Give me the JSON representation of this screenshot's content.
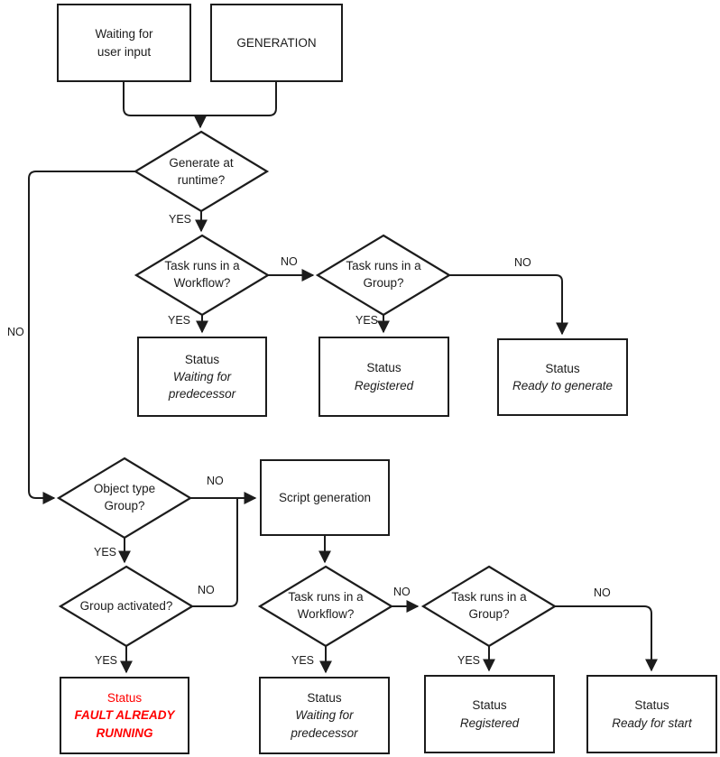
{
  "diagram": {
    "type": "flowchart",
    "colors": {
      "line": "#1c1c1c",
      "text": "#1c1c1c",
      "fault_text": "#ff0000",
      "node_fill": "#ffffff",
      "background": "#ffffff"
    },
    "edge_labels": {
      "yes": "YES",
      "no": "NO"
    },
    "nodes": {
      "waiting_input": {
        "line1": "Waiting for",
        "line2": "user input"
      },
      "generation": {
        "line1": "GENERATION"
      },
      "generate_at_runtime": {
        "line1": "Generate at",
        "line2": "runtime?"
      },
      "task_in_workflow_1": {
        "line1": "Task runs in a",
        "line2": "Workflow?"
      },
      "task_in_group_1": {
        "line1": "Task runs in a",
        "line2": "Group?"
      },
      "status_waiting_pred_1": {
        "title": "Status",
        "value": "Waiting for predecessor"
      },
      "status_registered_1": {
        "title": "Status",
        "value": "Registered"
      },
      "status_ready_generate": {
        "title": "Status",
        "value": "Ready to generate"
      },
      "object_type_group": {
        "line1": "Object type",
        "line2": "Group?"
      },
      "script_generation": {
        "line1": "Script generation"
      },
      "group_activated": {
        "line1": "Group activated?"
      },
      "task_in_workflow_2": {
        "line1": "Task runs in a",
        "line2": "Workflow?"
      },
      "task_in_group_2": {
        "line1": "Task runs in a",
        "line2": "Group?"
      },
      "status_fault": {
        "title": "Status",
        "value": "FAULT ALREADY RUNNING"
      },
      "status_waiting_pred_2": {
        "title": "Status",
        "value": "Waiting for predecessor"
      },
      "status_registered_2": {
        "title": "Status",
        "value": "Registered"
      },
      "status_ready_start": {
        "title": "Status",
        "value": "Ready for start"
      }
    }
  }
}
